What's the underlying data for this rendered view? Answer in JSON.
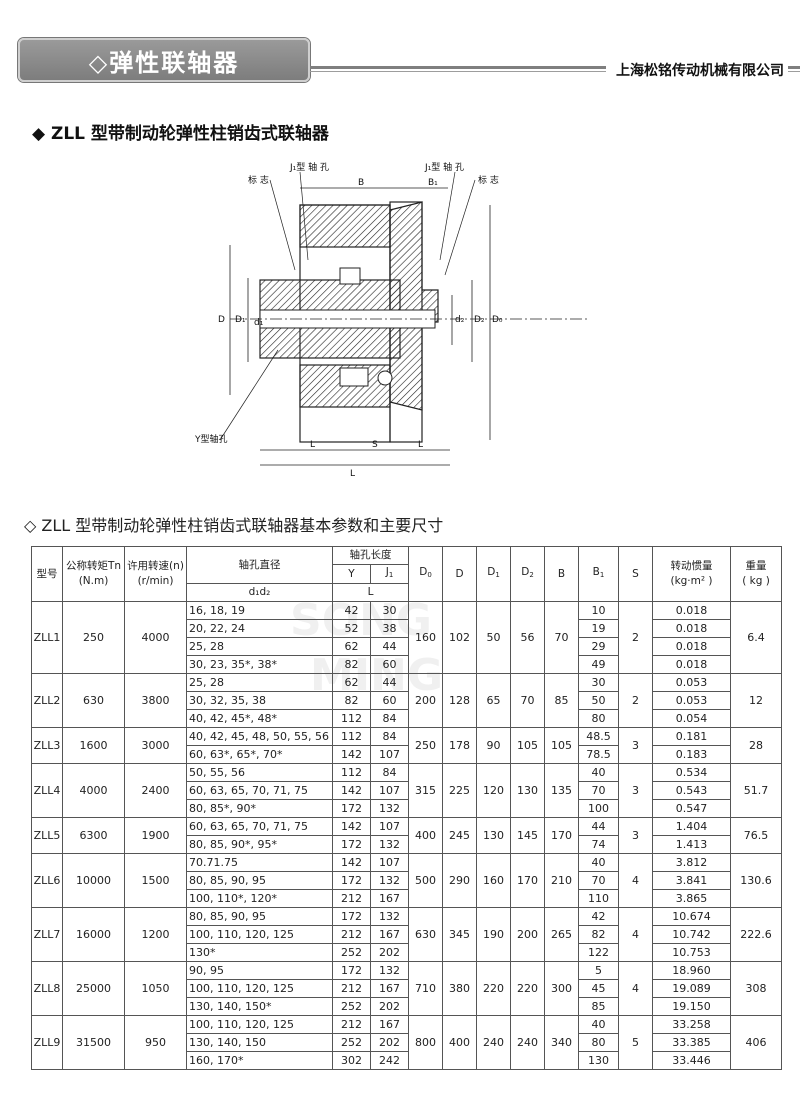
{
  "header": {
    "tab_title": "◇弹性联轴器",
    "company": "上海松铭传动机械有限公司"
  },
  "section_title": "◆ ZLL  型带制动轮弹性柱销齿式联轴器",
  "drawing": {
    "label_j_left": "J₁型 轴 孔",
    "label_j_right": "J₁型 轴 孔",
    "label_mark_left": "标 志",
    "label_mark_right": "标 志",
    "label_y": "Y型轴孔",
    "dim_B": "B",
    "dim_B1": "B₁",
    "dim_D": "D",
    "dim_D1": "D₁",
    "dim_D2": "D₂",
    "dim_D0": "D₀",
    "dim_d1": "d₁",
    "dim_d2": "d₂",
    "dim_L": "L",
    "dim_S": "S"
  },
  "table_title": "◇ ZLL 型带制动轮弹性柱销齿式联轴器基本参数和主要尺寸",
  "table": {
    "headers": {
      "model": "型号",
      "torque": "公称转矩Tn",
      "torque_unit": "(N.m)",
      "speed": "许用转速(n)",
      "speed_unit": "(r/min)",
      "bore": "轴孔直径",
      "bore_sub": "d₁d₂",
      "hole_len": "轴孔长度",
      "y": "Y",
      "j1": "J",
      "j1_sub": "1",
      "l": "L",
      "d0": "D",
      "d0_sub": "0",
      "d": "D",
      "d1": "D",
      "d1_sub": "1",
      "d2": "D",
      "d2_sub": "2",
      "b": "B",
      "b1": "B",
      "b1_sub": "1",
      "s": "S",
      "inertia": "转动惯量",
      "inertia_unit": "(kg·m² )",
      "weight": "重量",
      "weight_unit": "( kg )"
    },
    "groups": [
      {
        "model": "ZLL1",
        "tn": "250",
        "n": "4000",
        "d0": "160",
        "d": "102",
        "d1": "50",
        "d2": "56",
        "b": "70",
        "s": "2",
        "weight": "6.4",
        "rows": [
          {
            "bore": "16, 18, 19",
            "y": "42",
            "j1": "30",
            "b1": "10",
            "inertia": "0.018"
          },
          {
            "bore": "20, 22, 24",
            "y": "52",
            "j1": "38",
            "b1": "19",
            "inertia": "0.018"
          },
          {
            "bore": "25, 28",
            "y": "62",
            "j1": "44",
            "b1": "29",
            "inertia": "0.018"
          },
          {
            "bore": "30, 23, 35*, 38*",
            "y": "82",
            "j1": "60",
            "b1": "49",
            "inertia": "0.018"
          }
        ]
      },
      {
        "model": "ZLL2",
        "tn": "630",
        "n": "3800",
        "d0": "200",
        "d": "128",
        "d1": "65",
        "d2": "70",
        "b": "85",
        "s": "2",
        "weight": "12",
        "rows": [
          {
            "bore": "25, 28",
            "y": "62",
            "j1": "44",
            "b1": "30",
            "inertia": "0.053"
          },
          {
            "bore": "30, 32, 35, 38",
            "y": "82",
            "j1": "60",
            "b1": "50",
            "inertia": "0.053"
          },
          {
            "bore": "40, 42, 45*, 48*",
            "y": "112",
            "j1": "84",
            "b1": "80",
            "inertia": "0.054"
          }
        ]
      },
      {
        "model": "ZLL3",
        "tn": "1600",
        "n": "3000",
        "d0": "250",
        "d": "178",
        "d1": "90",
        "d2": "105",
        "b": "105",
        "s": "3",
        "weight": "28",
        "rows": [
          {
            "bore": "40, 42, 45, 48, 50, 55, 56",
            "y": "112",
            "j1": "84",
            "b1": "48.5",
            "inertia": "0.181"
          },
          {
            "bore": "60, 63*, 65*, 70*",
            "y": "142",
            "j1": "107",
            "b1": "78.5",
            "inertia": "0.183"
          }
        ]
      },
      {
        "model": "ZLL4",
        "tn": "4000",
        "n": "2400",
        "d0": "315",
        "d": "225",
        "d1": "120",
        "d2": "130",
        "b": "135",
        "s": "3",
        "weight": "51.7",
        "rows": [
          {
            "bore": "50, 55, 56",
            "y": "112",
            "j1": "84",
            "b1": "40",
            "inertia": "0.534"
          },
          {
            "bore": "60, 63, 65, 70, 71, 75",
            "y": "142",
            "j1": "107",
            "b1": "70",
            "inertia": "0.543"
          },
          {
            "bore": "80, 85*, 90*",
            "y": "172",
            "j1": "132",
            "b1": "100",
            "inertia": "0.547"
          }
        ]
      },
      {
        "model": "ZLL5",
        "tn": "6300",
        "n": "1900",
        "d0": "400",
        "d": "245",
        "d1": "130",
        "d2": "145",
        "b": "170",
        "s": "3",
        "weight": "76.5",
        "rows": [
          {
            "bore": "60, 63, 65, 70, 71, 75",
            "y": "142",
            "j1": "107",
            "b1": "44",
            "inertia": "1.404"
          },
          {
            "bore": "80, 85, 90*, 95*",
            "y": "172",
            "j1": "132",
            "b1": "74",
            "inertia": "1.413"
          }
        ]
      },
      {
        "model": "ZLL6",
        "tn": "10000",
        "n": "1500",
        "d0": "500",
        "d": "290",
        "d1": "160",
        "d2": "170",
        "b": "210",
        "s": "4",
        "weight": "130.6",
        "rows": [
          {
            "bore": "70.71.75",
            "y": "142",
            "j1": "107",
            "b1": "40",
            "inertia": "3.812"
          },
          {
            "bore": "80, 85, 90, 95",
            "y": "172",
            "j1": "132",
            "b1": "70",
            "inertia": "3.841"
          },
          {
            "bore": "100, 110*, 120*",
            "y": "212",
            "j1": "167",
            "b1": "110",
            "inertia": "3.865"
          }
        ]
      },
      {
        "model": "ZLL7",
        "tn": "16000",
        "n": "1200",
        "d0": "630",
        "d": "345",
        "d1": "190",
        "d2": "200",
        "b": "265",
        "s": "4",
        "weight": "222.6",
        "rows": [
          {
            "bore": "80, 85, 90, 95",
            "y": "172",
            "j1": "132",
            "b1": "42",
            "inertia": "10.674"
          },
          {
            "bore": "100, 110, 120, 125",
            "y": "212",
            "j1": "167",
            "b1": "82",
            "inertia": "10.742"
          },
          {
            "bore": "130*",
            "y": "252",
            "j1": "202",
            "b1": "122",
            "inertia": "10.753"
          }
        ]
      },
      {
        "model": "ZLL8",
        "tn": "25000",
        "n": "1050",
        "d0": "710",
        "d": "380",
        "d1": "220",
        "d2": "220",
        "b": "300",
        "s": "4",
        "weight": "308",
        "rows": [
          {
            "bore": "90, 95",
            "y": "172",
            "j1": "132",
            "b1": "5",
            "inertia": "18.960"
          },
          {
            "bore": "100, 110, 120, 125",
            "y": "212",
            "j1": "167",
            "b1": "45",
            "inertia": "19.089"
          },
          {
            "bore": "130, 140, 150*",
            "y": "252",
            "j1": "202",
            "b1": "85",
            "inertia": "19.150"
          }
        ]
      },
      {
        "model": "ZLL9",
        "tn": "31500",
        "n": "950",
        "d0": "800",
        "d": "400",
        "d1": "240",
        "d2": "240",
        "b": "340",
        "s": "5",
        "weight": "406",
        "rows": [
          {
            "bore": "100, 110, 120, 125",
            "y": "212",
            "j1": "167",
            "b1": "40",
            "inertia": "33.258"
          },
          {
            "bore": "130, 140, 150",
            "y": "252",
            "j1": "202",
            "b1": "80",
            "inertia": "33.385"
          },
          {
            "bore": "160, 170*",
            "y": "302",
            "j1": "242",
            "b1": "130",
            "inertia": "33.446"
          }
        ]
      }
    ]
  },
  "watermark": {
    "line1": "SONG",
    "line2": "MING"
  }
}
